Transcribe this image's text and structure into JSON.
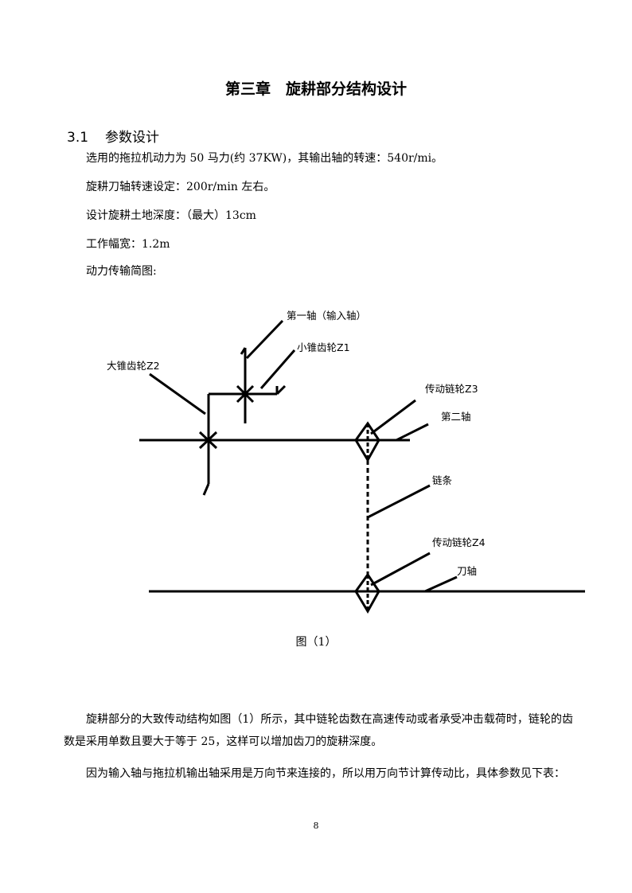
{
  "chapter_title": "第三章　旋耕部分结构设计",
  "section": {
    "number": "3.1",
    "title": "参数设计"
  },
  "params": [
    "选用的拖拉机动力为 50 马力(约 37KW)，其输出轴的转速：540r/mi。",
    "旋耕刀轴转速设定：200r/min 左右。",
    "设计旋耕土地深度：（最大）13cm",
    "工作幅宽：1.2m",
    "动力传输简图:"
  ],
  "diagram_labels": {
    "first_shaft": "第一轴（输入轴）",
    "small_bevel_gear": "小锥齿轮Z1",
    "large_bevel_gear": "大锥齿轮Z2",
    "drive_sprocket_z3": "传动链轮Z3",
    "second_shaft": "第二轴",
    "chain": "链条",
    "drive_sprocket_z4": "传动链轮Z4",
    "cutter_shaft": "刀轴"
  },
  "figure_caption": "图（1）",
  "paragraphs": [
    "旋耕部分的大致传动结构如图（1）所示，其中链轮齿数在高速传动或者承受冲击载荷时，链轮的齿数是采用单数且要大于等于 25，这样可以增加齿刀的旋耕深度。",
    "因为输入轴与拖拉机输出轴采用是万向节来连接的，所以用万向节计算传动比，具体参数见下表："
  ],
  "page_number": "8"
}
